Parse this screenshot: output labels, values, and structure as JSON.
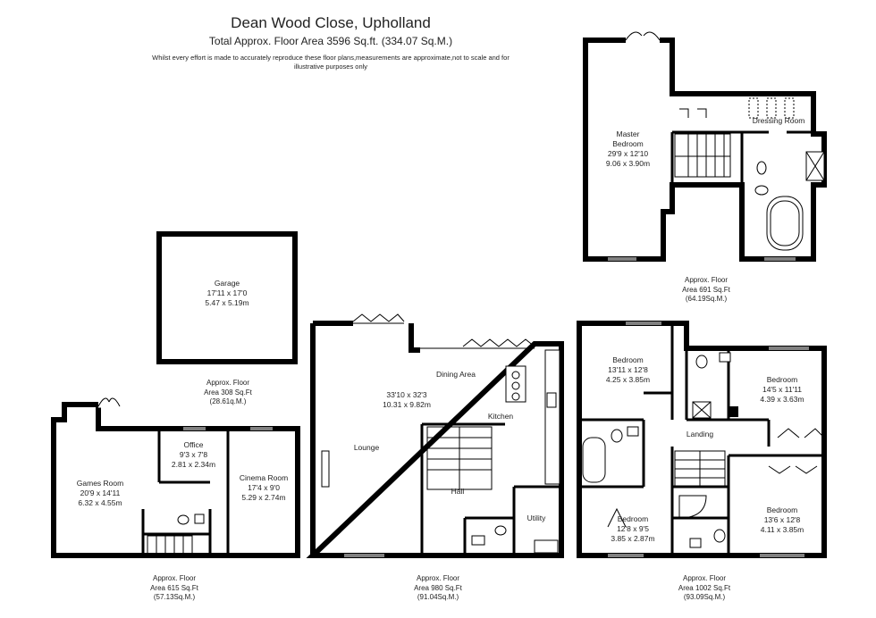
{
  "header": {
    "title": "Dean Wood Close, Upholland",
    "total_area": "Total Approx. Floor Area 3596 Sq.ft. (334.07 Sq.M.)",
    "disclaimer": "Whilst every effort is made to accurately reproduce these floor plans,measurements are approximate,not to scale and for illustrative purposes only"
  },
  "rooms": {
    "master_bedroom": {
      "name": "Master",
      "name2": "Bedroom",
      "imperial": "29'9 x 12'10",
      "metric": "9.06 x 3.90m"
    },
    "dressing_room": {
      "name": "Dressing Room"
    },
    "garage": {
      "name": "Garage",
      "imperial": "17'11 x 17'0",
      "metric": "5.47 x 5.19m"
    },
    "games_room": {
      "name": "Games Room",
      "imperial": "20'9 x 14'11",
      "metric": "6.32 x 4.55m"
    },
    "office": {
      "name": "Office",
      "imperial": "9'3 x 7'8",
      "metric": "2.81 x 2.34m"
    },
    "cinema_room": {
      "name": "Cinema Room",
      "imperial": "17'4 x 9'0",
      "metric": "5.29 x 2.74m"
    },
    "open_plan": {
      "imperial": "33'10 x 32'3",
      "metric": "10.31 x 9.82m"
    },
    "dining_area": {
      "name": "Dining Area"
    },
    "kitchen": {
      "name": "Kitchen"
    },
    "lounge": {
      "name": "Lounge"
    },
    "hall": {
      "name": "Hall"
    },
    "utility": {
      "name": "Utility"
    },
    "bedroom_tl": {
      "name": "Bedroom",
      "imperial": "13'11 x 12'8",
      "metric": "4.25 x 3.85m"
    },
    "bedroom_tr": {
      "name": "Bedroom",
      "imperial": "14'5 x 11'11",
      "metric": "4.39 x 3.63m"
    },
    "landing": {
      "name": "Landing"
    },
    "bedroom_bl": {
      "name": "Bedroom",
      "imperial": "12'8 x 9'5",
      "metric": "3.85 x 2.87m"
    },
    "bedroom_br": {
      "name": "Bedroom",
      "imperial": "13'6 x 12'8",
      "metric": "4.11 x 3.85m"
    }
  },
  "floor_areas": {
    "top_floor": {
      "line1": "Approx. Floor",
      "line2": "Area 691 Sq.Ft",
      "line3": "(64.19Sq.M.)"
    },
    "garage_floor": {
      "line1": "Approx. Floor",
      "line2": "Area 308 Sq.Ft",
      "line3": "(28.61q.M.)"
    },
    "lower_floor": {
      "line1": "Approx. Floor",
      "line2": "Area 615 Sq.Ft",
      "line3": "(57.13Sq.M.)"
    },
    "ground_floor": {
      "line1": "Approx. Floor",
      "line2": "Area 980 Sq.Ft",
      "line3": "(91.04Sq.M.)"
    },
    "first_floor": {
      "line1": "Approx. Floor",
      "line2": "Area 1002 Sq.Ft",
      "line3": "(93.09Sq.M.)"
    }
  }
}
